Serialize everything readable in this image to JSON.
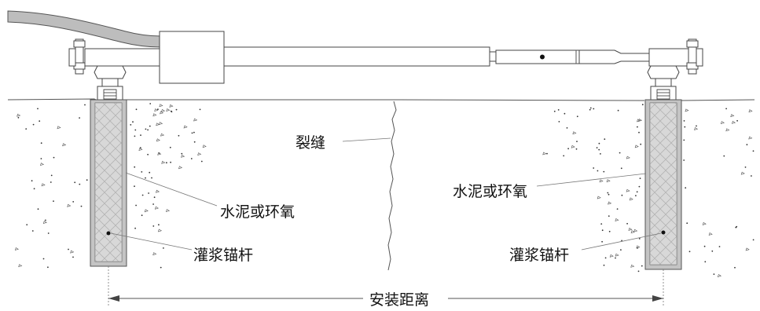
{
  "labels": {
    "crack": "裂缝",
    "cement_epoxy_left": "水泥或环氧",
    "grout_anchor_left": "灌浆锚杆",
    "cement_epoxy_right": "水泥或环氧",
    "grout_anchor_right": "灌浆锚杆",
    "install_distance": "安装距离"
  }
}
